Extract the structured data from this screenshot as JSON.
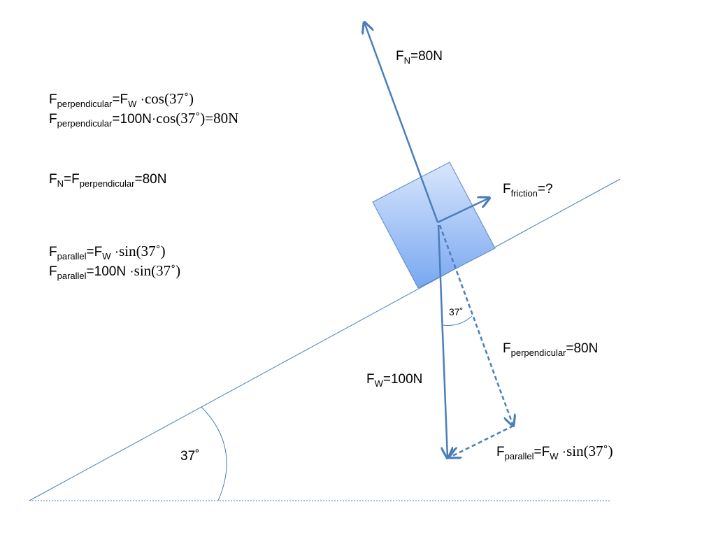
{
  "colors": {
    "arrow": "#4a7ebb",
    "line": "#4a7ebb",
    "block_top": "#d6e4fb",
    "block_bottom": "#7aa9f2",
    "block_border": "#5b85c5"
  },
  "left_equations": {
    "f1": {
      "F": "F",
      "sub": "perpendicular",
      "eq": "=F",
      "sub2": "W",
      "dot": "·",
      "func": "cos(37˚)"
    },
    "f2": {
      "F": "F",
      "sub": "perpendicular",
      "eq": "=100N·",
      "func": "cos(37˚)=80N"
    },
    "f3": {
      "F": "F",
      "sub": "N",
      "eq": "=F",
      "sub2": "perpendicular",
      "tail": "=80N"
    },
    "f4": {
      "F": "F",
      "sub": "parallel",
      "eq": "=F",
      "sub2": "W",
      "dot": "·",
      "func": "sin(37˚)"
    },
    "f5": {
      "F": "F",
      "sub": "parallel",
      "eq": "=100N",
      "dot": "·",
      "func": "sin(37˚)"
    }
  },
  "labels": {
    "fn": {
      "F": "F",
      "sub": "N",
      "tail": "=80N"
    },
    "friction": {
      "F": "F",
      "sub": "friction",
      "tail": "=?"
    },
    "fw": {
      "F": "F",
      "sub": "W",
      "tail": "=100N"
    },
    "fperp": {
      "F": "F",
      "sub": "perpendicular",
      "tail": "=80N"
    },
    "fpar": {
      "F": "F",
      "sub": "parallel",
      "eq": "=F",
      "sub2": "W",
      "dot": "·",
      "func": "sin(37˚)"
    },
    "angle_small": "37˚",
    "angle_big": "37˚"
  }
}
